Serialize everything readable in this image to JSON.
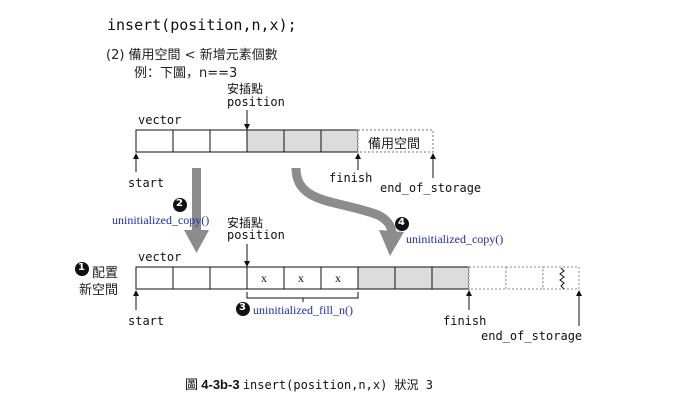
{
  "heading": {
    "code": "insert(position,n,x);",
    "case_line": "(2) 備用空間 < 新增元素個數",
    "example_line": "例：下圖，n==3"
  },
  "top_vector": {
    "name": "vector",
    "insert_point_label": "安插點",
    "position_label": "position",
    "spare_label": "備用空間",
    "start_label": "start",
    "finish_label": "finish",
    "end_label": "end_of_storage"
  },
  "steps": {
    "step1_number": "1",
    "step1_line1": "配置",
    "step1_line2": "新空間",
    "step2_number": "2",
    "step2_label": "uninitialized_copy()",
    "step3_number": "3",
    "step3_label": "uninitialized_fill_n()",
    "step4_number": "4",
    "step4_label": "uninitialized_copy()"
  },
  "bottom_vector": {
    "name": "vector",
    "insert_point_label": "安插點",
    "position_label": "position",
    "new_values": [
      "x",
      "x",
      "x"
    ],
    "start_label": "start",
    "finish_label": "finish",
    "end_label": "end_of_storage"
  },
  "caption": {
    "figure_prefix": "圖",
    "figure_number": "4-3b-3",
    "figure_text": "insert(position,n,x) 狀況 3"
  },
  "colors": {
    "shaded_cell": "#dcdcdc",
    "arrow_gray": "#8c8c8c",
    "label_blue": "#1f2bb0"
  }
}
